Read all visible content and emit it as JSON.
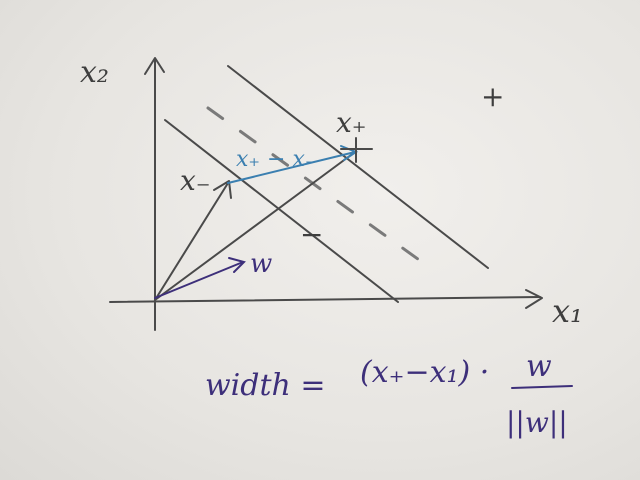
{
  "labels": {
    "x2_axis": "x₂",
    "x1_axis": "x₁",
    "x_minus": "x₋",
    "x_plus": "x₊",
    "difference": "x₊ − x₋",
    "w": "w",
    "plus_region": "+",
    "minus_region": "−"
  },
  "formula": {
    "lhs": "width =",
    "numerator_expr": "(x₊−x₁) ·",
    "fraction_num": "w",
    "fraction_den": "||w||"
  },
  "colors": {
    "pencil": "#4a4a4a",
    "blue_ink": "#3b7fb0",
    "purple_ink": "#3d2f7a",
    "paper": "#eceae6"
  }
}
